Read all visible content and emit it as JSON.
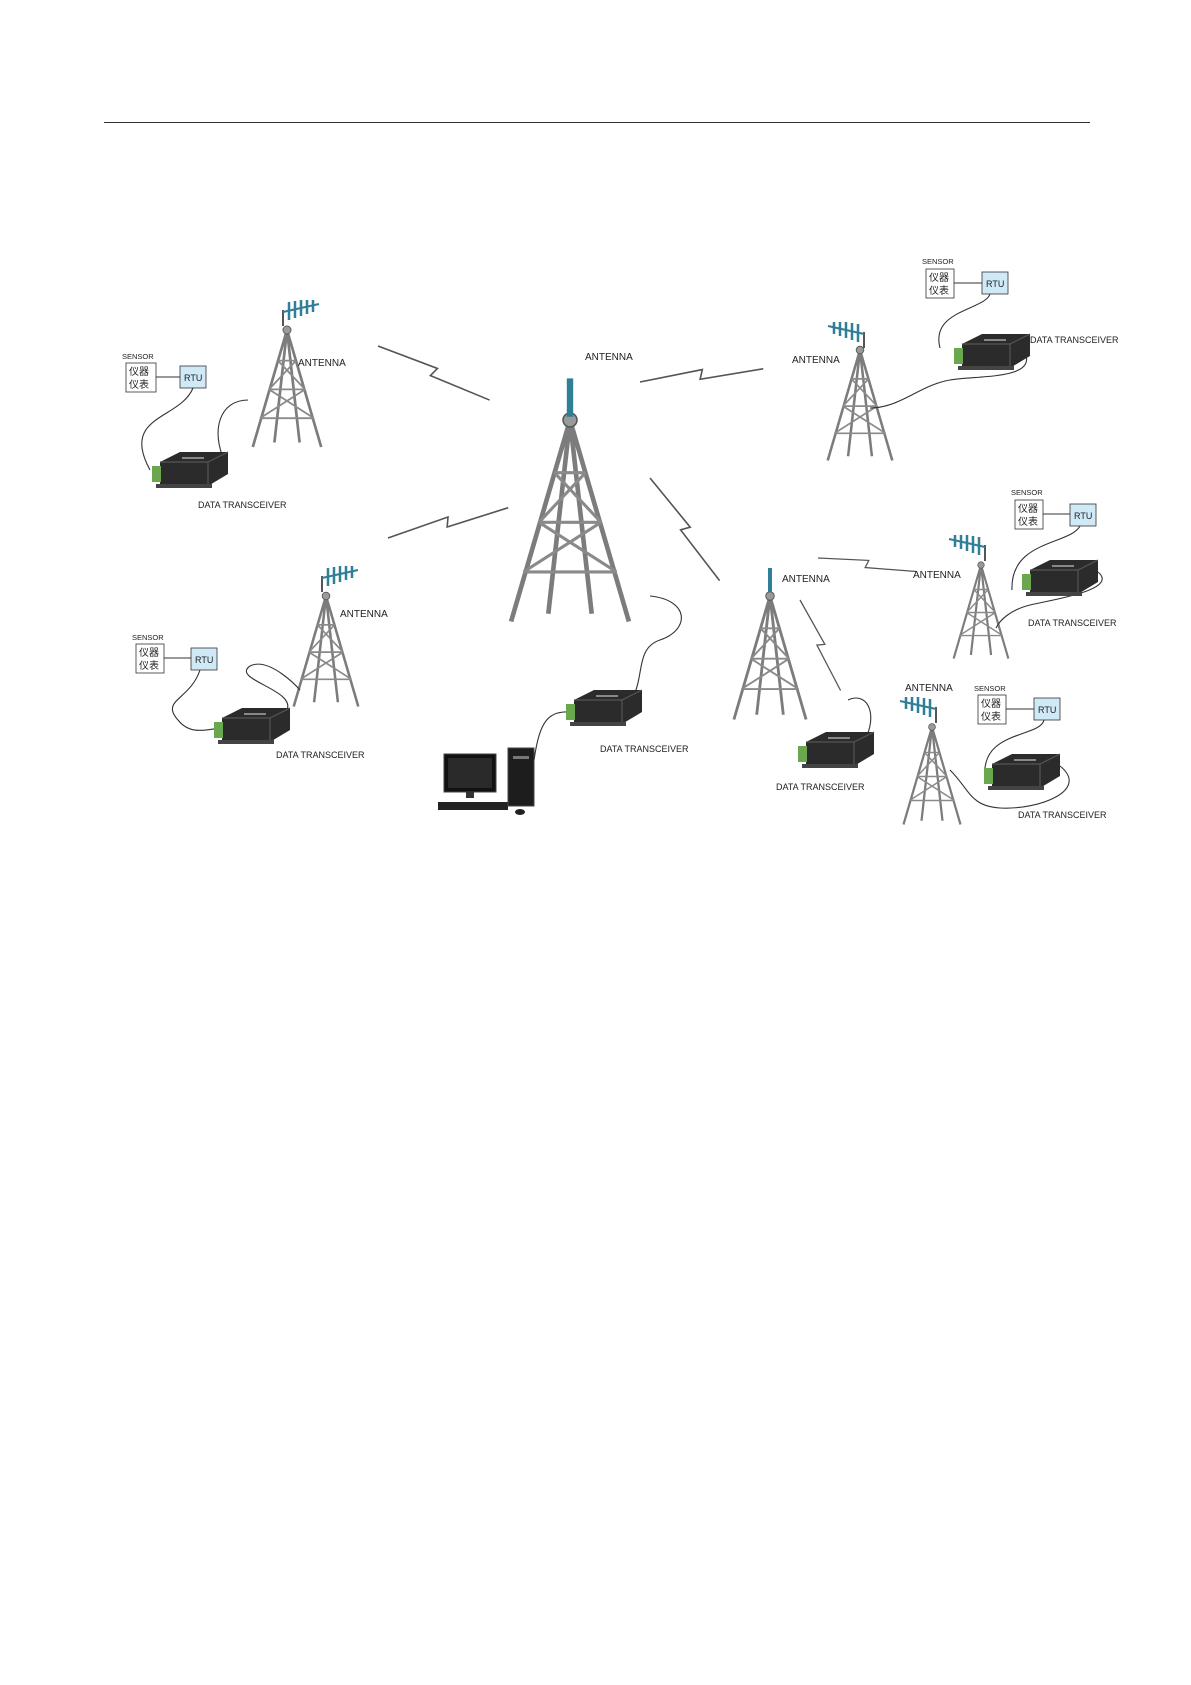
{
  "labels": {
    "antenna": "ANTENNA",
    "sensor": "SENSOR",
    "rtu": "RTU",
    "instrument_line1": "仪器",
    "instrument_line2": "仪表",
    "transceiver": "DATA TRANSCEIVER"
  },
  "colors": {
    "tower": "#7c7c7c",
    "antenna_blue": "#2f7f97",
    "rtu_fill": "#cfe9f7",
    "device": "#2b2b2b",
    "terminal": "#6aa84f",
    "line": "#333333"
  },
  "icons": {
    "tower": "lattice-tower-icon",
    "yagi": "yagi-antenna-icon",
    "whip": "whip-antenna-icon",
    "transceiver": "radio-modem-icon",
    "computer": "desktop-computer-icon",
    "link": "wireless-link-icon"
  }
}
